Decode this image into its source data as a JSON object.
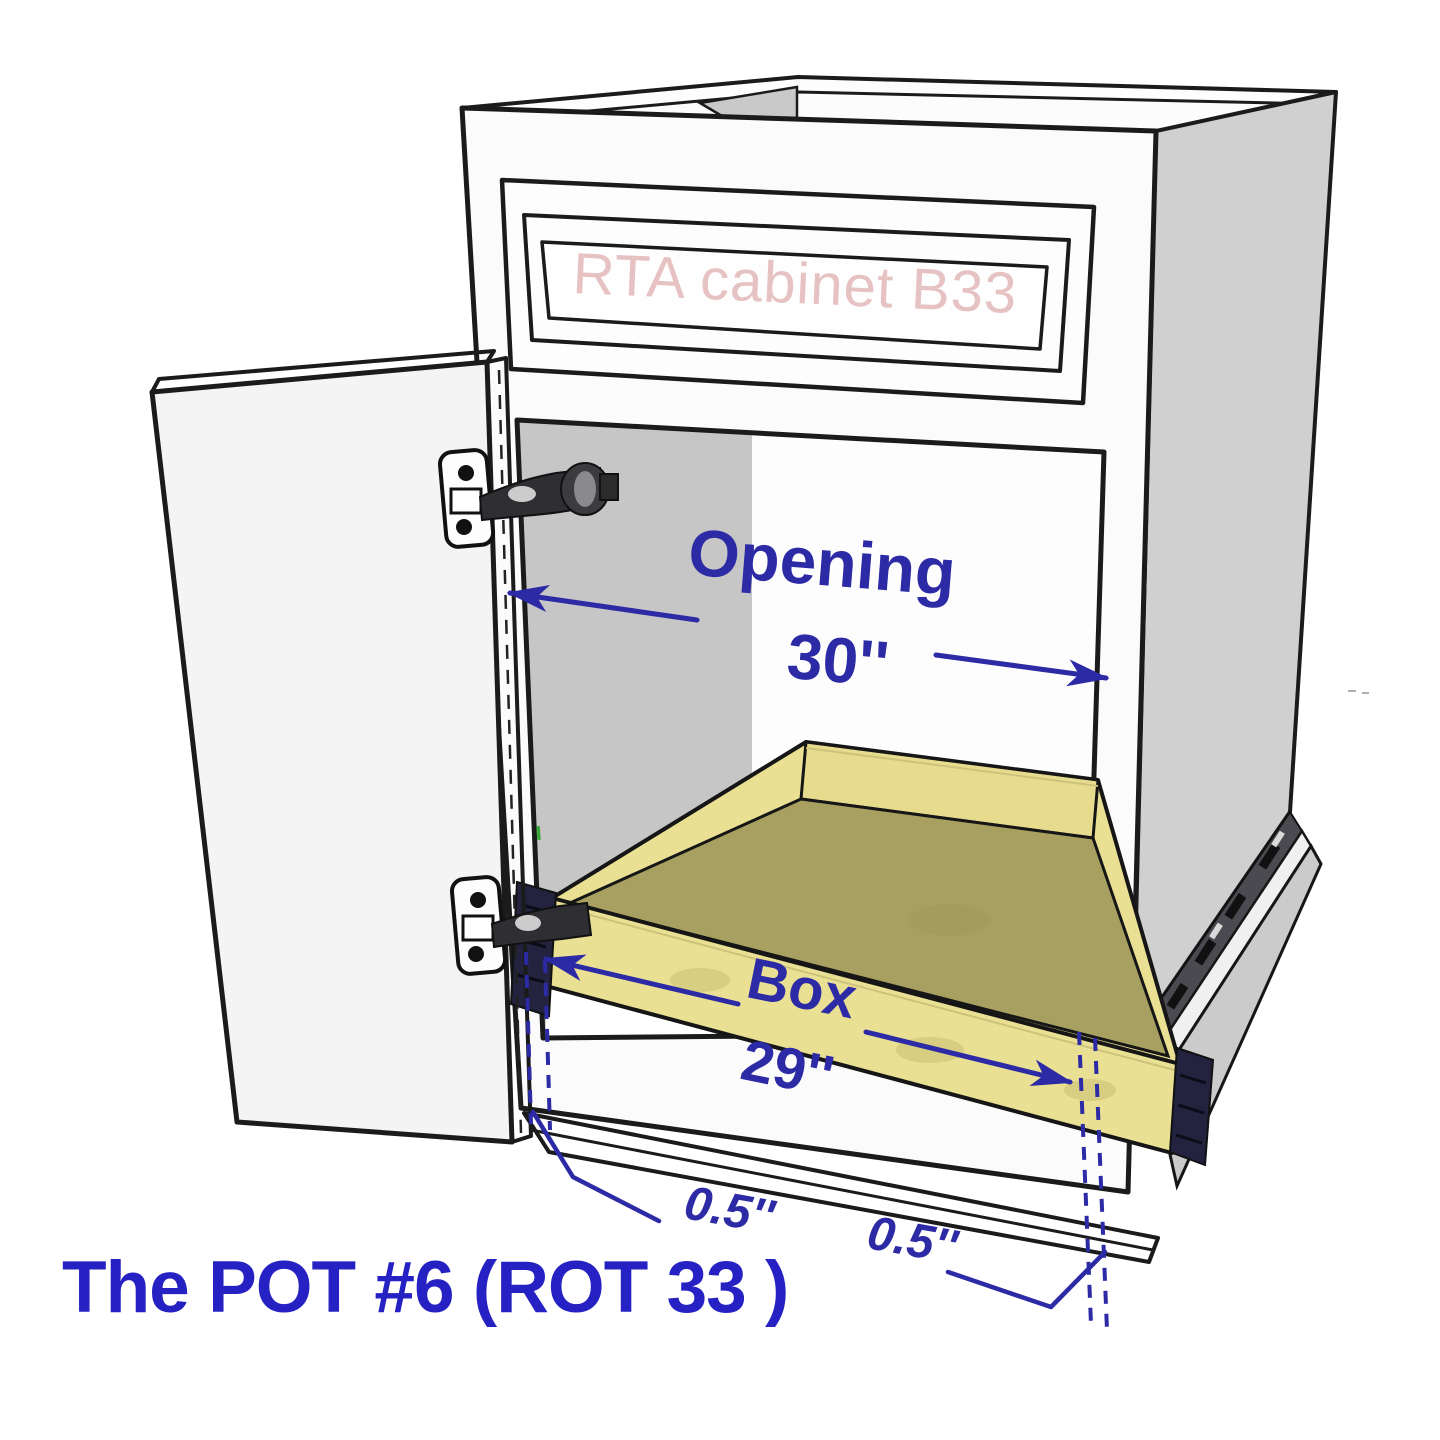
{
  "figure": {
    "title": "The POT #6 (ROT 33 )",
    "drawer_front_label": "RTA cabinet B33",
    "annotations": {
      "opening": {
        "label": "Opening",
        "value": "30''"
      },
      "box": {
        "label": "Box",
        "value": "29''"
      },
      "left_clearance": {
        "value": "0.5''"
      },
      "right_clearance": {
        "value": "0.5''"
      }
    },
    "colors": {
      "annotation_blue": "#2d2aa6",
      "title_blue": "#2621c2",
      "drawer_label_pink": "#e6c2c2",
      "wood_light": "#eae094",
      "wood_dark": "#a8a060",
      "side_panel_gray": "#d0d0d0",
      "interior_gray": "#c6c6c6",
      "hardware_navy": "#23233f",
      "rail_dark": "#4a4a50",
      "outline_black": "#1b1b1b",
      "background": "#ffffff"
    }
  }
}
